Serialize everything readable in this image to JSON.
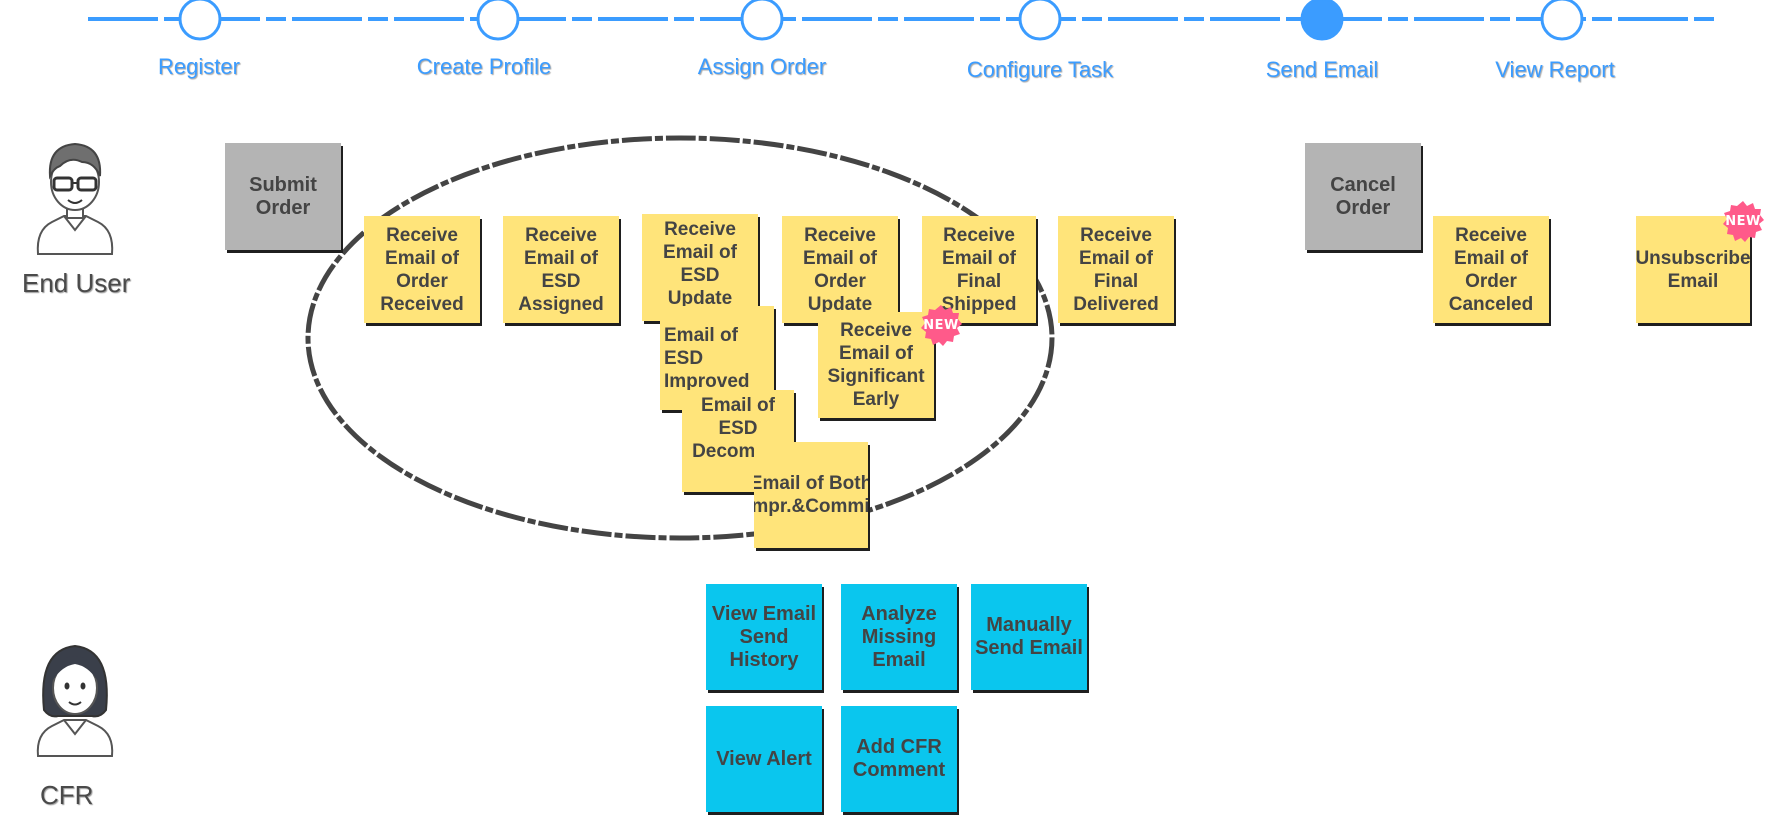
{
  "timeline": {
    "active_color": "#3b9cff",
    "steps": [
      {
        "label": "Register",
        "active": false
      },
      {
        "label": "Create Profile",
        "active": false
      },
      {
        "label": "Assign Order",
        "active": false
      },
      {
        "label": "Configure Task",
        "active": false
      },
      {
        "label": "Send Email",
        "active": true
      },
      {
        "label": "View Report",
        "active": false
      }
    ]
  },
  "actors": {
    "end_user": {
      "label": "End User",
      "icon": "male-user-avatar-icon"
    },
    "cfr": {
      "label": "CFR",
      "icon": "female-user-avatar-icon"
    }
  },
  "colors": {
    "gray_card": "#b4b4b4",
    "yellow_card": "#ffe47a",
    "cyan_card": "#0ac6ee",
    "badge": "#ff5a8a"
  },
  "cards": {
    "submit_order": "Submit Order",
    "receive_order_received": "Receive Email of Order Received",
    "receive_esd_assigned": "Receive Email of ESD Assigned",
    "receive_esd_update": "Receive Email of ESD Update",
    "receive_order_update": "Receive Email of Order Update",
    "receive_final_shipped": "Receive Email of Final Shipped",
    "receive_final_delivered": "Receive Email of Final Delivered",
    "esd_improved": "Email of ESD Improved",
    "significant_early": "Receive Email of Significant Early",
    "esd_decommit": "Email of ESD Decommit",
    "both_impr_commit": "Email of Both Impr.&Commit",
    "cancel_order": "Cancel Order",
    "receive_order_canceled": "Receive Email of Order Canceled",
    "unsubscribe_email": "Unsubscribe Email",
    "view_email_send_history": "View Email Send History",
    "analyze_missing_email": "Analyze Missing Email",
    "manually_send_email": "Manually Send Email",
    "view_alert": "View Alert",
    "add_cfr_comment": "Add CFR Comment"
  },
  "badges": {
    "new_label": "NEW"
  }
}
